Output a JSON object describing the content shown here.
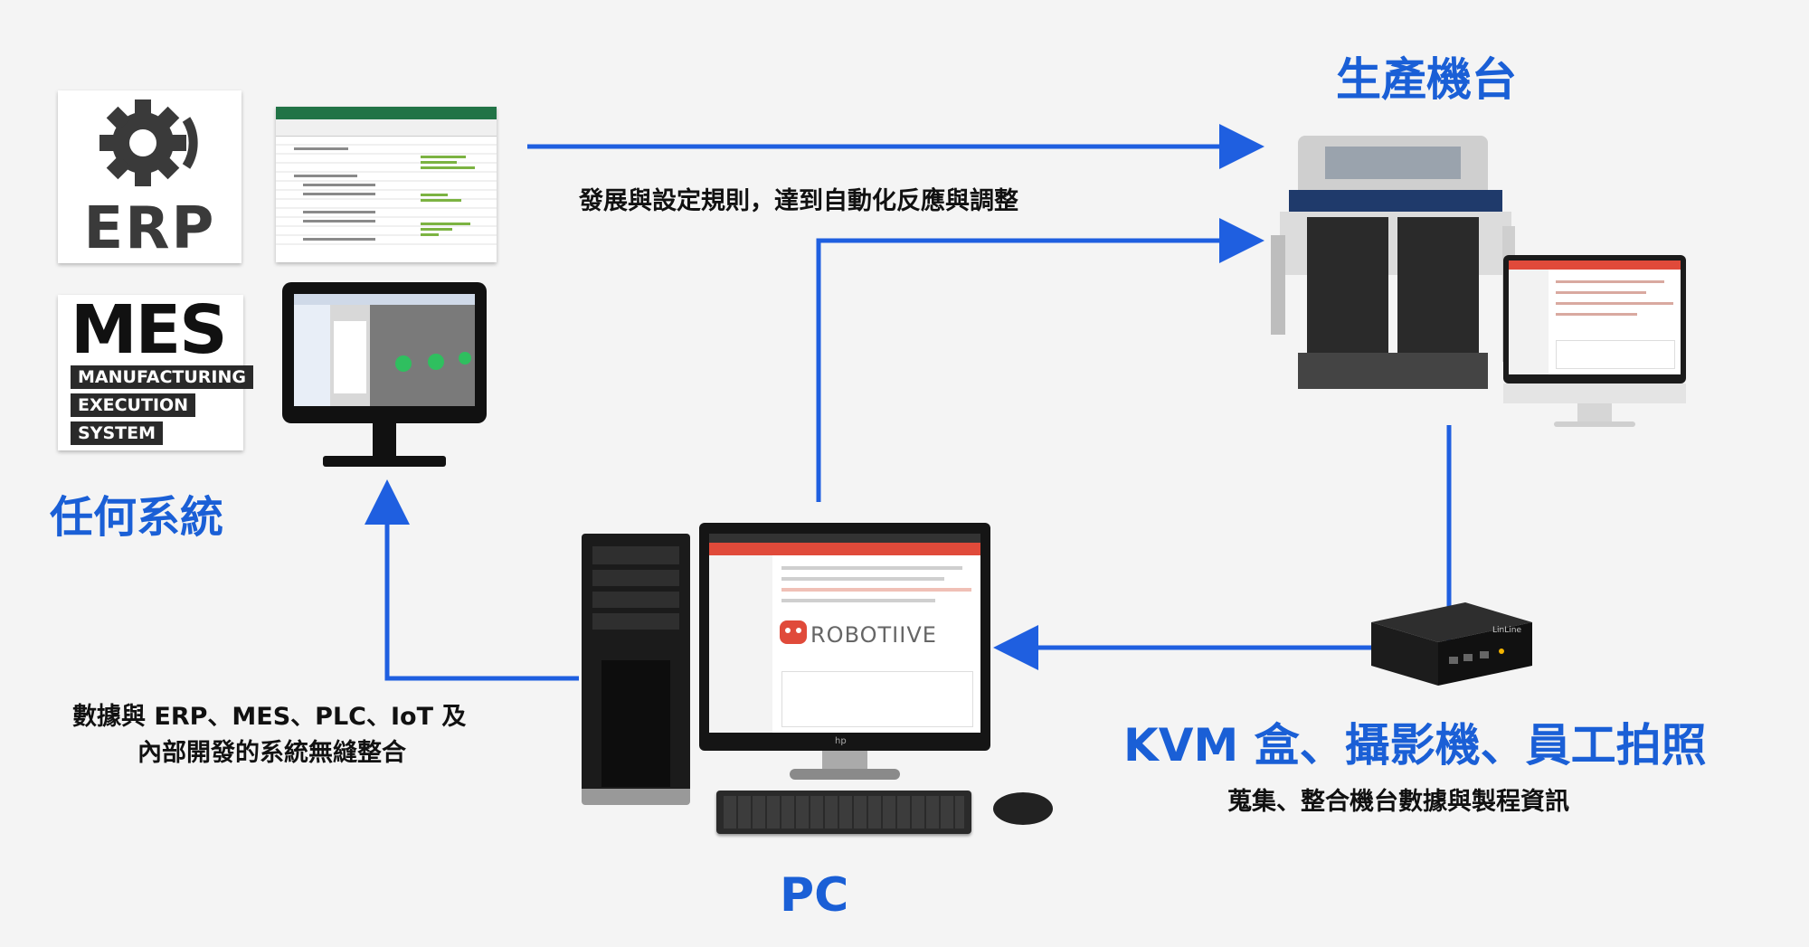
{
  "labels": {
    "erp": "ERP",
    "mes_big": "MES",
    "mes_lines": [
      "MANUFACTURING",
      "EXECUTION",
      "SYSTEM"
    ],
    "any_system": "任何系統",
    "production_machine": "生產機台",
    "rule_caption": "發展與設定規則，達到自動化反應與調整",
    "integration_caption_line1": "數據與 ERP、MES、PLC、IoT 及",
    "integration_caption_line2": "內部開發的系統無縫整合",
    "pc": "PC",
    "kvm_title": "KVM 盒、攝影機、員工拍照",
    "kvm_caption": "蒐集、整合機台數據與製程資訊",
    "robotiive": "ROBOTIIVE",
    "kvm_box_label": "LinLine",
    "hp_logo": "hp"
  },
  "colors": {
    "accent_blue": "#1a5fd6",
    "arrow_blue": "#1f5fe0",
    "robot_red": "#e04a3a",
    "excel_green": "#217346",
    "mes_dark": "#2a2a2a"
  },
  "icons": {
    "erp": "gear-icon",
    "robot": "robot-icon"
  }
}
